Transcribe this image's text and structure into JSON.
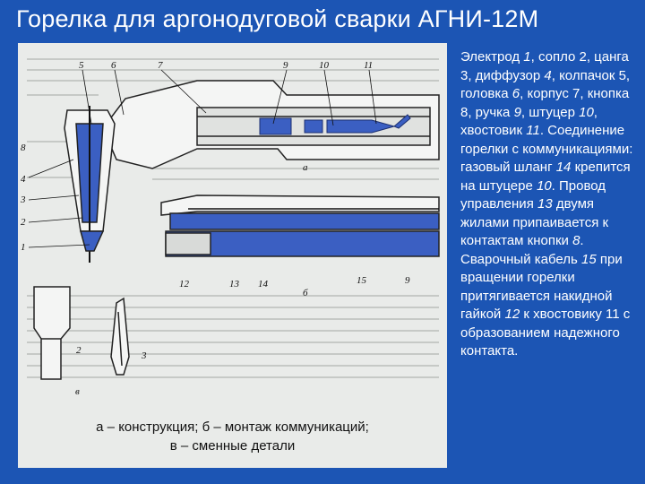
{
  "slide": {
    "title": "Горелка для аргонодуговой сварки АГНИ-12М"
  },
  "figure": {
    "labels": {
      "n1": "1",
      "n2": "2",
      "n3": "3",
      "n4": "4",
      "n5": "5",
      "n6": "6",
      "n7": "7",
      "n8": "8",
      "n9": "9",
      "n10": "10",
      "n11": "11",
      "n12": "12",
      "n13": "13",
      "n14": "14",
      "n15": "15",
      "n9b": "9",
      "n2b": "2",
      "n3b": "3",
      "a": "а",
      "b": "б",
      "v": "в"
    },
    "caption_line1": "а – конструкция; б – монтаж коммуникаций;",
    "caption_line2": "в – сменные детали"
  },
  "description": {
    "parts": [
      {
        "t": "Электрод ",
        "i": false
      },
      {
        "t": "1",
        "i": true
      },
      {
        "t": ", сопло 2, цанга 3, диффузор ",
        "i": false
      },
      {
        "t": "4",
        "i": true
      },
      {
        "t": ", колпачок 5, головка ",
        "i": false
      },
      {
        "t": "6",
        "i": true
      },
      {
        "t": ", корпус 7, кнопка 8, ручка ",
        "i": false
      },
      {
        "t": "9",
        "i": true
      },
      {
        "t": ", штуцер ",
        "i": false
      },
      {
        "t": "10",
        "i": true
      },
      {
        "t": ", хвостовик ",
        "i": false
      },
      {
        "t": "11",
        "i": true
      },
      {
        "t": ". Соединение горелки с коммуникациями: газовый шланг ",
        "i": false
      },
      {
        "t": "14",
        "i": true
      },
      {
        "t": " крепится на штуцере ",
        "i": false
      },
      {
        "t": "10",
        "i": true
      },
      {
        "t": ". Провод управления ",
        "i": false
      },
      {
        "t": "13",
        "i": true
      },
      {
        "t": " двумя жилами припаивается к контактам кнопки ",
        "i": false
      },
      {
        "t": "8",
        "i": true
      },
      {
        "t": ". Сварочный кабель ",
        "i": false
      },
      {
        "t": "15",
        "i": true
      },
      {
        "t": " при вращении горелки притягивается накидной гайкой ",
        "i": false
      },
      {
        "t": "12",
        "i": true
      },
      {
        "t": " к хвостовику 11 с образованием надежного контакта.",
        "i": false
      }
    ]
  },
  "colors": {
    "background": "#1c55b4",
    "figure_bg": "#e9ebe9",
    "part_blue": "#3b5fc2",
    "text": "#ffffff"
  }
}
